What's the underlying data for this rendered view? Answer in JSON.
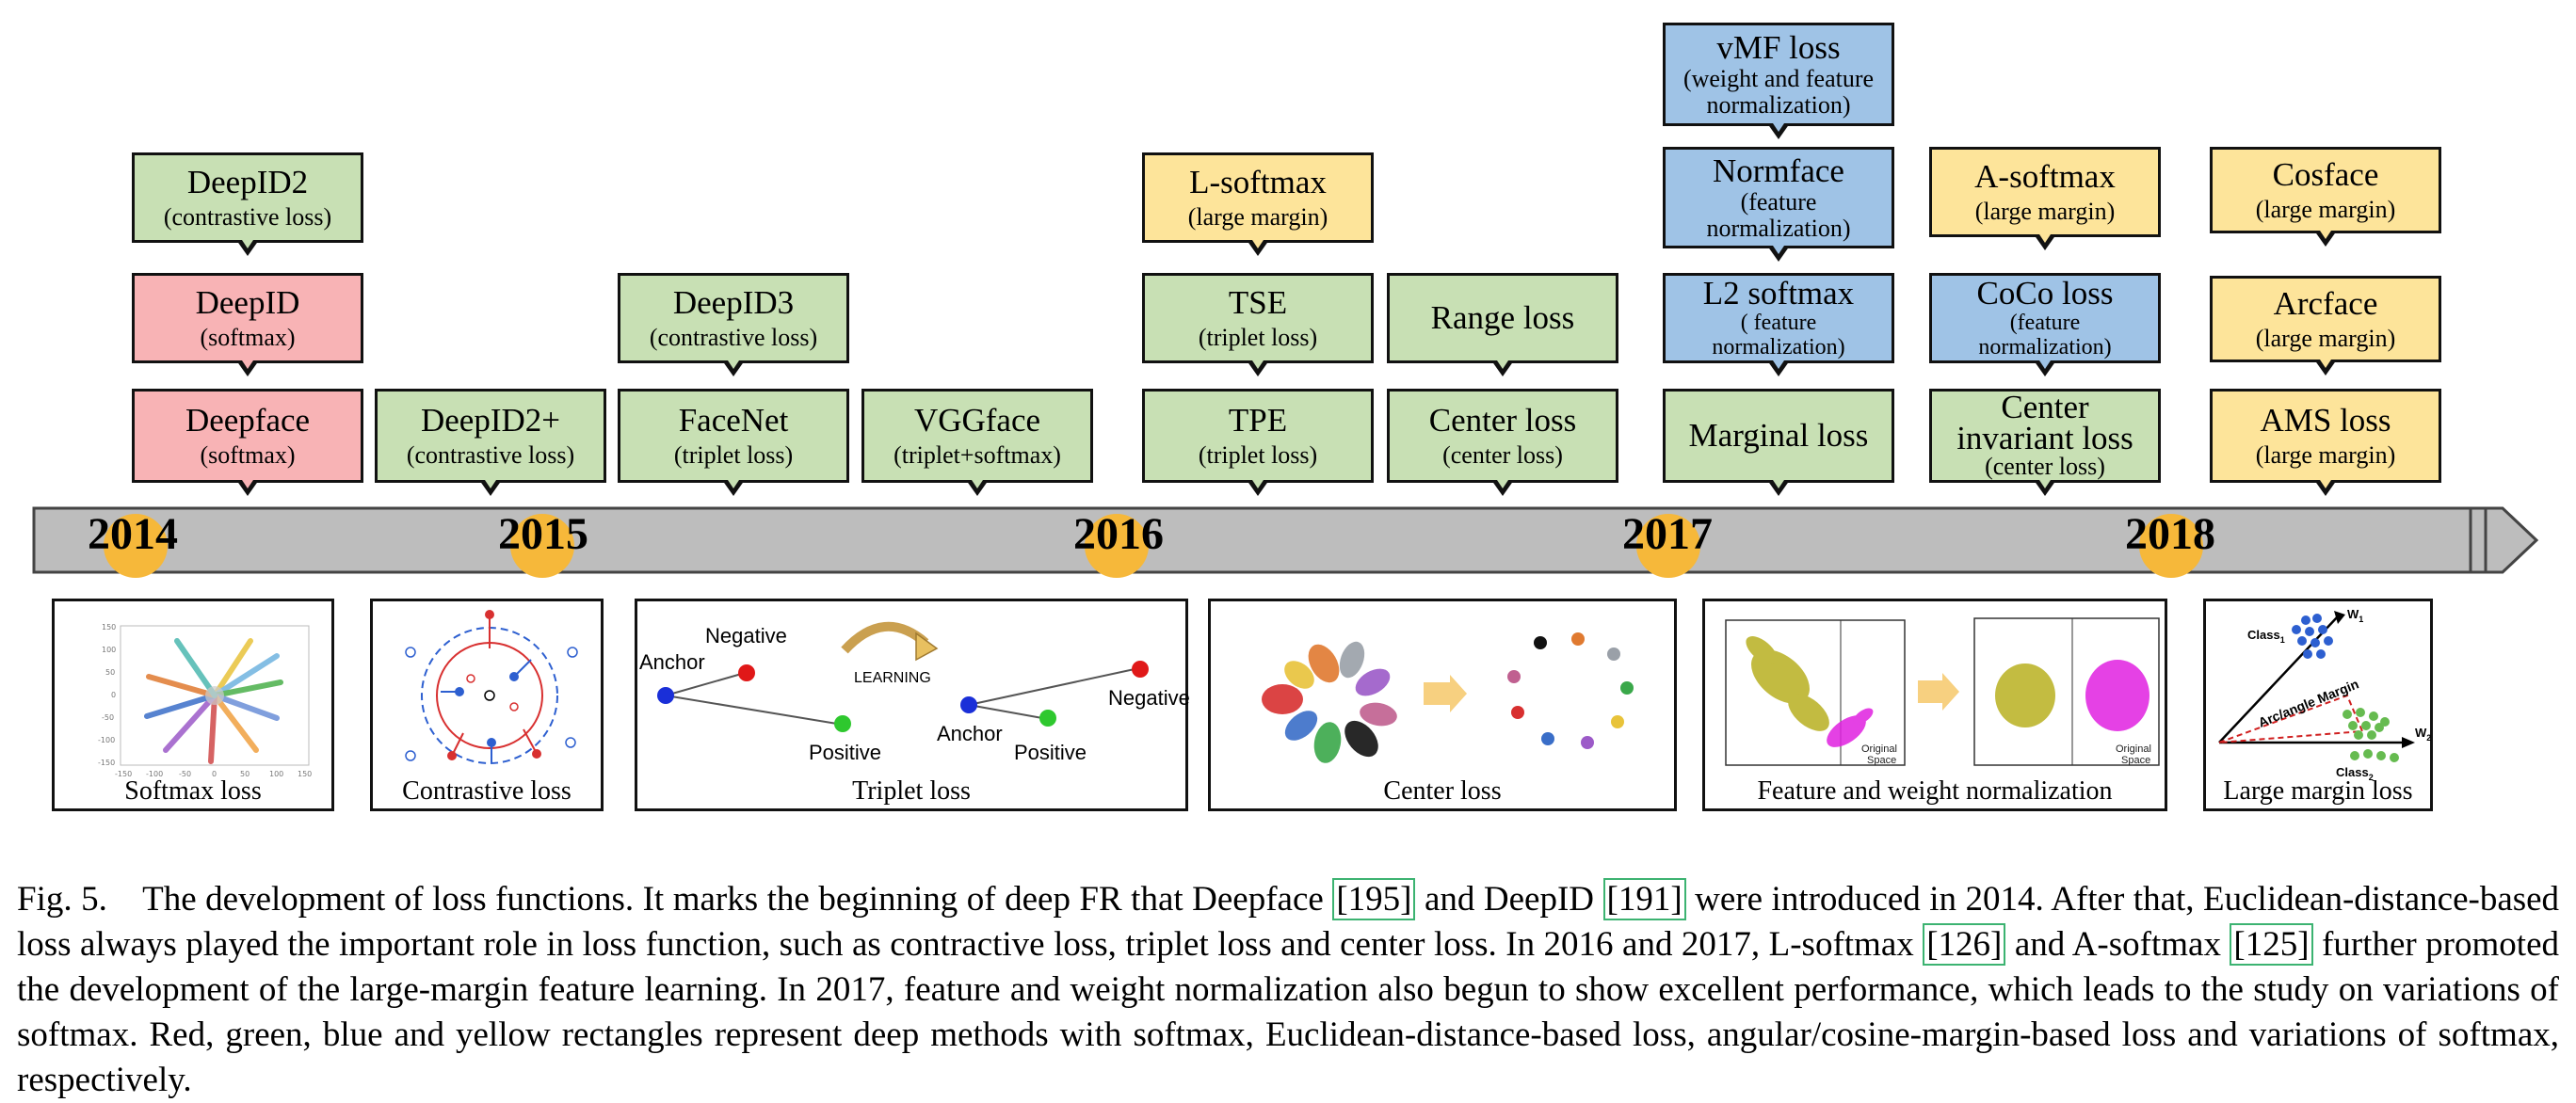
{
  "years": [
    "2014",
    "2015",
    "2016",
    "2017",
    "2018"
  ],
  "methods": [
    {
      "name": "Deepface",
      "sub": "(softmax)",
      "color": "red"
    },
    {
      "name": "DeepID",
      "sub": "(softmax)",
      "color": "red"
    },
    {
      "name": "DeepID2",
      "sub": "(contrastive loss)",
      "color": "green"
    },
    {
      "name": "DeepID2+",
      "sub": "(contrastive loss)",
      "color": "green"
    },
    {
      "name": "FaceNet",
      "sub": "(triplet loss)",
      "color": "green"
    },
    {
      "name": "DeepID3",
      "sub": "(contrastive loss)",
      "color": "green"
    },
    {
      "name": "VGGface",
      "sub": "(triplet+softmax)",
      "color": "green"
    },
    {
      "name": "TPE",
      "sub": "(triplet loss)",
      "color": "green"
    },
    {
      "name": "TSE",
      "sub": "(triplet loss)",
      "color": "green"
    },
    {
      "name": "L-softmax",
      "sub": "(large margin)",
      "color": "yellow"
    },
    {
      "name": "Center loss",
      "sub": "(center loss)",
      "color": "green"
    },
    {
      "name": "Range loss",
      "sub": "",
      "color": "green"
    },
    {
      "name": "Marginal loss",
      "sub": "",
      "color": "green"
    },
    {
      "name": "L2 softmax",
      "sub": "( feature normalization)",
      "color": "blue"
    },
    {
      "name": "Normface",
      "sub": "(feature normalization)",
      "color": "blue"
    },
    {
      "name": "vMF loss",
      "sub": "(weight and feature normalization)",
      "color": "blue"
    },
    {
      "name": "Center invariant loss",
      "sub": "(center loss)",
      "color": "green"
    },
    {
      "name": "CoCo loss",
      "sub": "(feature normalization)",
      "color": "blue"
    },
    {
      "name": "A-softmax",
      "sub": "(large margin)",
      "color": "yellow"
    },
    {
      "name": "AMS loss",
      "sub": "(large margin)",
      "color": "yellow"
    },
    {
      "name": "Arcface",
      "sub": "(large margin)",
      "color": "yellow"
    },
    {
      "name": "Cosface",
      "sub": "(large margin)",
      "color": "yellow"
    }
  ],
  "panels": {
    "softmax": {
      "caption": "Softmax loss",
      "y_ticks": [
        "150",
        "100",
        "50",
        "0",
        "-50",
        "-100",
        "-150"
      ],
      "x_ticks": [
        "-150",
        "-100",
        "-50",
        "0",
        "50",
        "100",
        "150"
      ]
    },
    "contrastive": {
      "caption": "Contrastive loss"
    },
    "triplet": {
      "caption": "Triplet loss",
      "anchor": "Anchor",
      "negative": "Negative",
      "positive": "Positive",
      "learning": "LEARNING"
    },
    "center": {
      "caption": "Center loss"
    },
    "feature": {
      "caption": "Feature and weight normalization",
      "space_label_1": "Original",
      "space_label_2": "Space"
    },
    "margin": {
      "caption": "Large margin loss",
      "class1": "Class",
      "class1_sub": "1",
      "class2": "Class",
      "class2_sub": "2",
      "w1": "W",
      "w1_sub": "1",
      "w2": "W",
      "w2_sub": "2",
      "margin": "Arc/angle Margin"
    }
  },
  "caption": {
    "prefix": "Fig. 5.",
    "part1": "The development of loss functions. It marks the beginning of deep FR that Deepface",
    "ref1": "[195]",
    "part2": "and DeepID",
    "ref2": "[191]",
    "part3": "were introduced in 2014. After that, Euclidean-distance-based loss always played the important role in loss function, such as contractive loss, triplet loss and center loss. In 2016 and 2017, L-softmax",
    "ref3": "[126]",
    "part4": "and A-softmax",
    "ref4": "[125]",
    "part5": "further promoted the development of the large-margin feature learning. In 2017, feature and weight normalization also begun to show excellent performance, which leads to the study on variations of softmax. Red, green, blue and yellow rectangles represent deep methods with softmax, Euclidean-distance-based loss, angular/cosine-margin-based loss and variations of softmax, respectively."
  },
  "colors": {
    "red": "#f8b3b5",
    "green": "#c8e0b4",
    "blue": "#9fc3e6",
    "yellow": "#fde49a",
    "timeline": "#bdbdbd",
    "year_dot": "#f6b83a"
  }
}
